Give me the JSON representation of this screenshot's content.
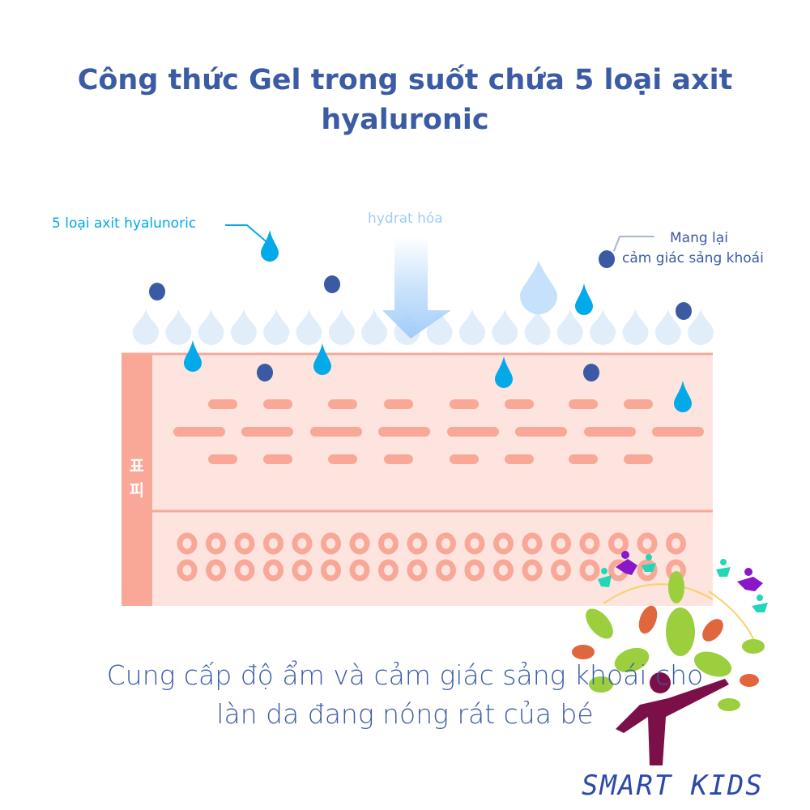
{
  "title": {
    "line1": "Công thức Gel trong suốt chứa 5 loại axit",
    "line2": "hyaluronic"
  },
  "labels": {
    "acids": "5 loại axit hyalunoric",
    "hydration": "hydrat hóa",
    "refresh_line1": "Mang lại",
    "refresh_line2": "cảm giác sảng khoái",
    "skin_layer_char1": "표",
    "skin_layer_char2": "피"
  },
  "caption": {
    "line1": "Cung cấp độ ẩm và cảm giác sảng khoái cho",
    "line2": "làn da đang nóng rát của bé"
  },
  "logo": {
    "text": "SMART KIDS"
  },
  "colors": {
    "title": "#3b5ba5",
    "drop": "#03a9e8",
    "pale_drop": "#e1eefa",
    "dark_dot": "#3a5aa3",
    "skin_fill": "#fde4df",
    "skin_accent": "#f9a898"
  }
}
